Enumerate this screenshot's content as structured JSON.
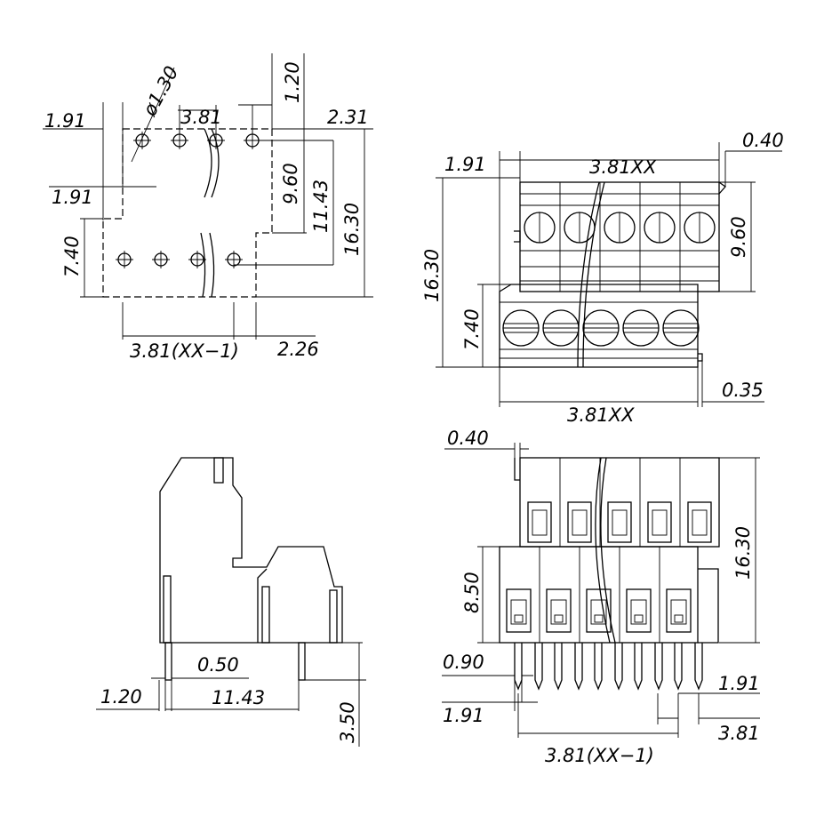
{
  "top_view": {
    "hole_diameter": "ø1.30",
    "pitch_top": "3.81",
    "offset_1_20": "1.20",
    "offset_2_31": "2.31",
    "dim_1_91_a": "1.91",
    "dim_1_91_b": "1.91",
    "dim_9_60": "9.60",
    "dim_11_43": "11.43",
    "dim_16_30": "16.30",
    "dim_7_40": "7.40",
    "pitch_total": "3.81(XX−1)",
    "dim_2_26": "2.26"
  },
  "front_view": {
    "dim_1_91": "1.91",
    "width_top": "3.81XX",
    "dim_0_40": "0.40",
    "dim_16_30": "16.30",
    "dim_9_60": "9.60",
    "dim_7_40": "7.40",
    "width_bottom": "3.81XX",
    "dim_0_35": "0.35"
  },
  "side_view": {
    "dim_0_50": "0.50",
    "dim_1_20": "1.20",
    "dim_11_43": "11.43",
    "dim_3_50": "3.50"
  },
  "rear_view": {
    "dim_0_40": "0.40",
    "dim_16_30": "16.30",
    "dim_8_50": "8.50",
    "dim_0_90": "0.90",
    "dim_1_91_right": "1.91",
    "dim_1_91_left": "1.91",
    "dim_3_81": "3.81",
    "pitch_total": "3.81(XX−1)"
  }
}
